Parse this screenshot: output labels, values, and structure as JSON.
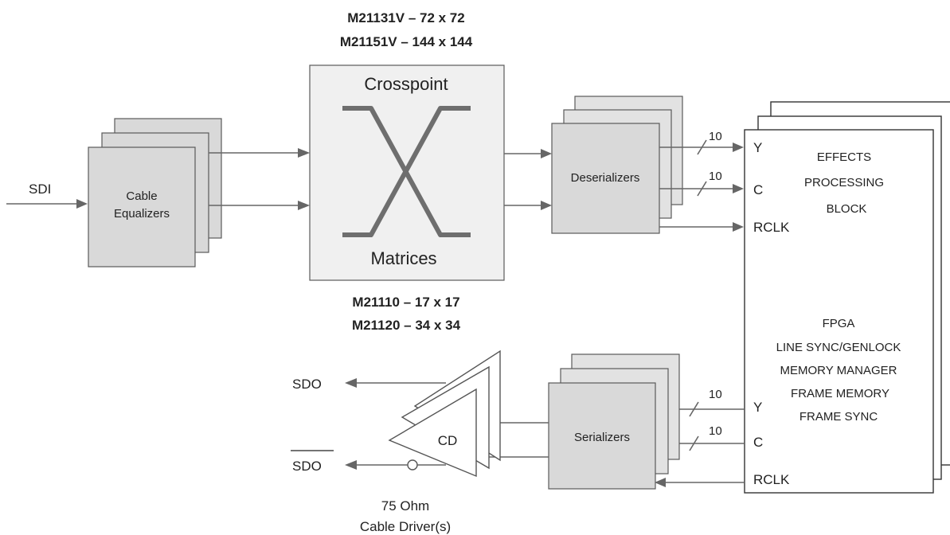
{
  "crosspoint": {
    "top_variants": [
      "M21131V – 72 x 72",
      "M21151V – 144 x 144"
    ],
    "bottom_variants": [
      "M21110 – 17 x 17",
      "M21120 – 34 x 34"
    ],
    "title_top": "Crosspoint",
    "title_bottom": "Matrices"
  },
  "input": {
    "label": "SDI"
  },
  "equalizers": {
    "label_line1": "Cable",
    "label_line2": "Equalizers"
  },
  "deserializers": {
    "label": "Deserializers"
  },
  "serializers": {
    "label": "Serializers"
  },
  "fpga_block": {
    "effects_lines": [
      "EFFECTS",
      "PROCESSING",
      "BLOCK"
    ],
    "fpga_lines": [
      "FPGA",
      "LINE SYNC/GENLOCK",
      "MEMORY MANAGER",
      "FRAME MEMORY",
      "FRAME SYNC"
    ],
    "ports_in": [
      "Y",
      "C",
      "RCLK"
    ],
    "ports_out": [
      "Y",
      "C",
      "RCLK"
    ]
  },
  "bus_width": "10",
  "driver": {
    "label": "CD",
    "caption_line1": "75 Ohm",
    "caption_line2": "Cable Driver(s)",
    "out_label": "SDO",
    "out_label_inverted": "SDO"
  },
  "colors": {
    "box_fill": "#d9d9d9",
    "wire": "#666666",
    "crosspoint_lines": "#6e6e6e"
  }
}
